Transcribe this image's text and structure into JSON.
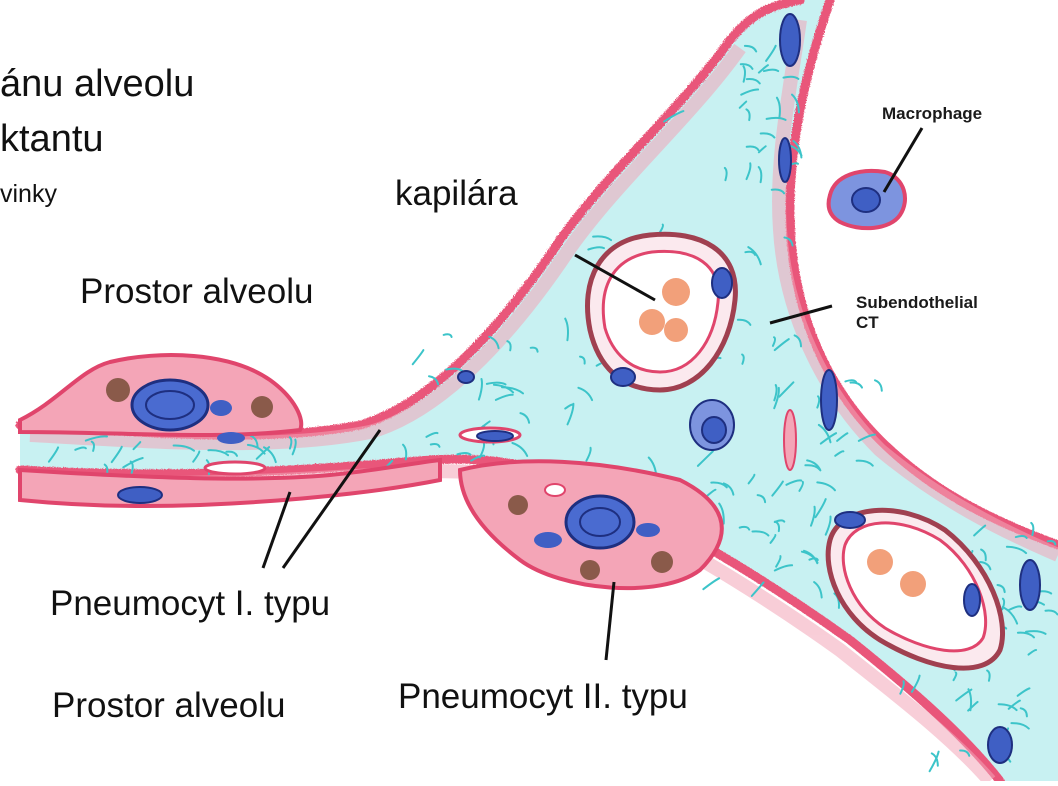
{
  "labels": {
    "top_line1": "ánu alveolu",
    "top_line2": "ktantu",
    "top_line3": "vinky",
    "kapilara": "kapilára",
    "prostor_upper": "Prostor alveolu",
    "pneumocyt_1": "Pneumocyt I. typu",
    "prostor_lower": "Prostor alveolu",
    "pneumocyt_2": "Pneumocyt II. typu",
    "macrophage": "Macrophage",
    "subendothelial_1": "Subendothelial",
    "subendothelial_2": "CT"
  },
  "colors": {
    "epithelium": "#e9577a",
    "epithelium_fill": "#f08fa4",
    "connective": "#bfeff0",
    "fibers": "#3cc4c9",
    "nucleus": "#3f5fc4",
    "nucleus_dark": "#22358a",
    "rbc": "#f2a07a",
    "granule": "#8a5a4a",
    "leader": "#111111"
  }
}
